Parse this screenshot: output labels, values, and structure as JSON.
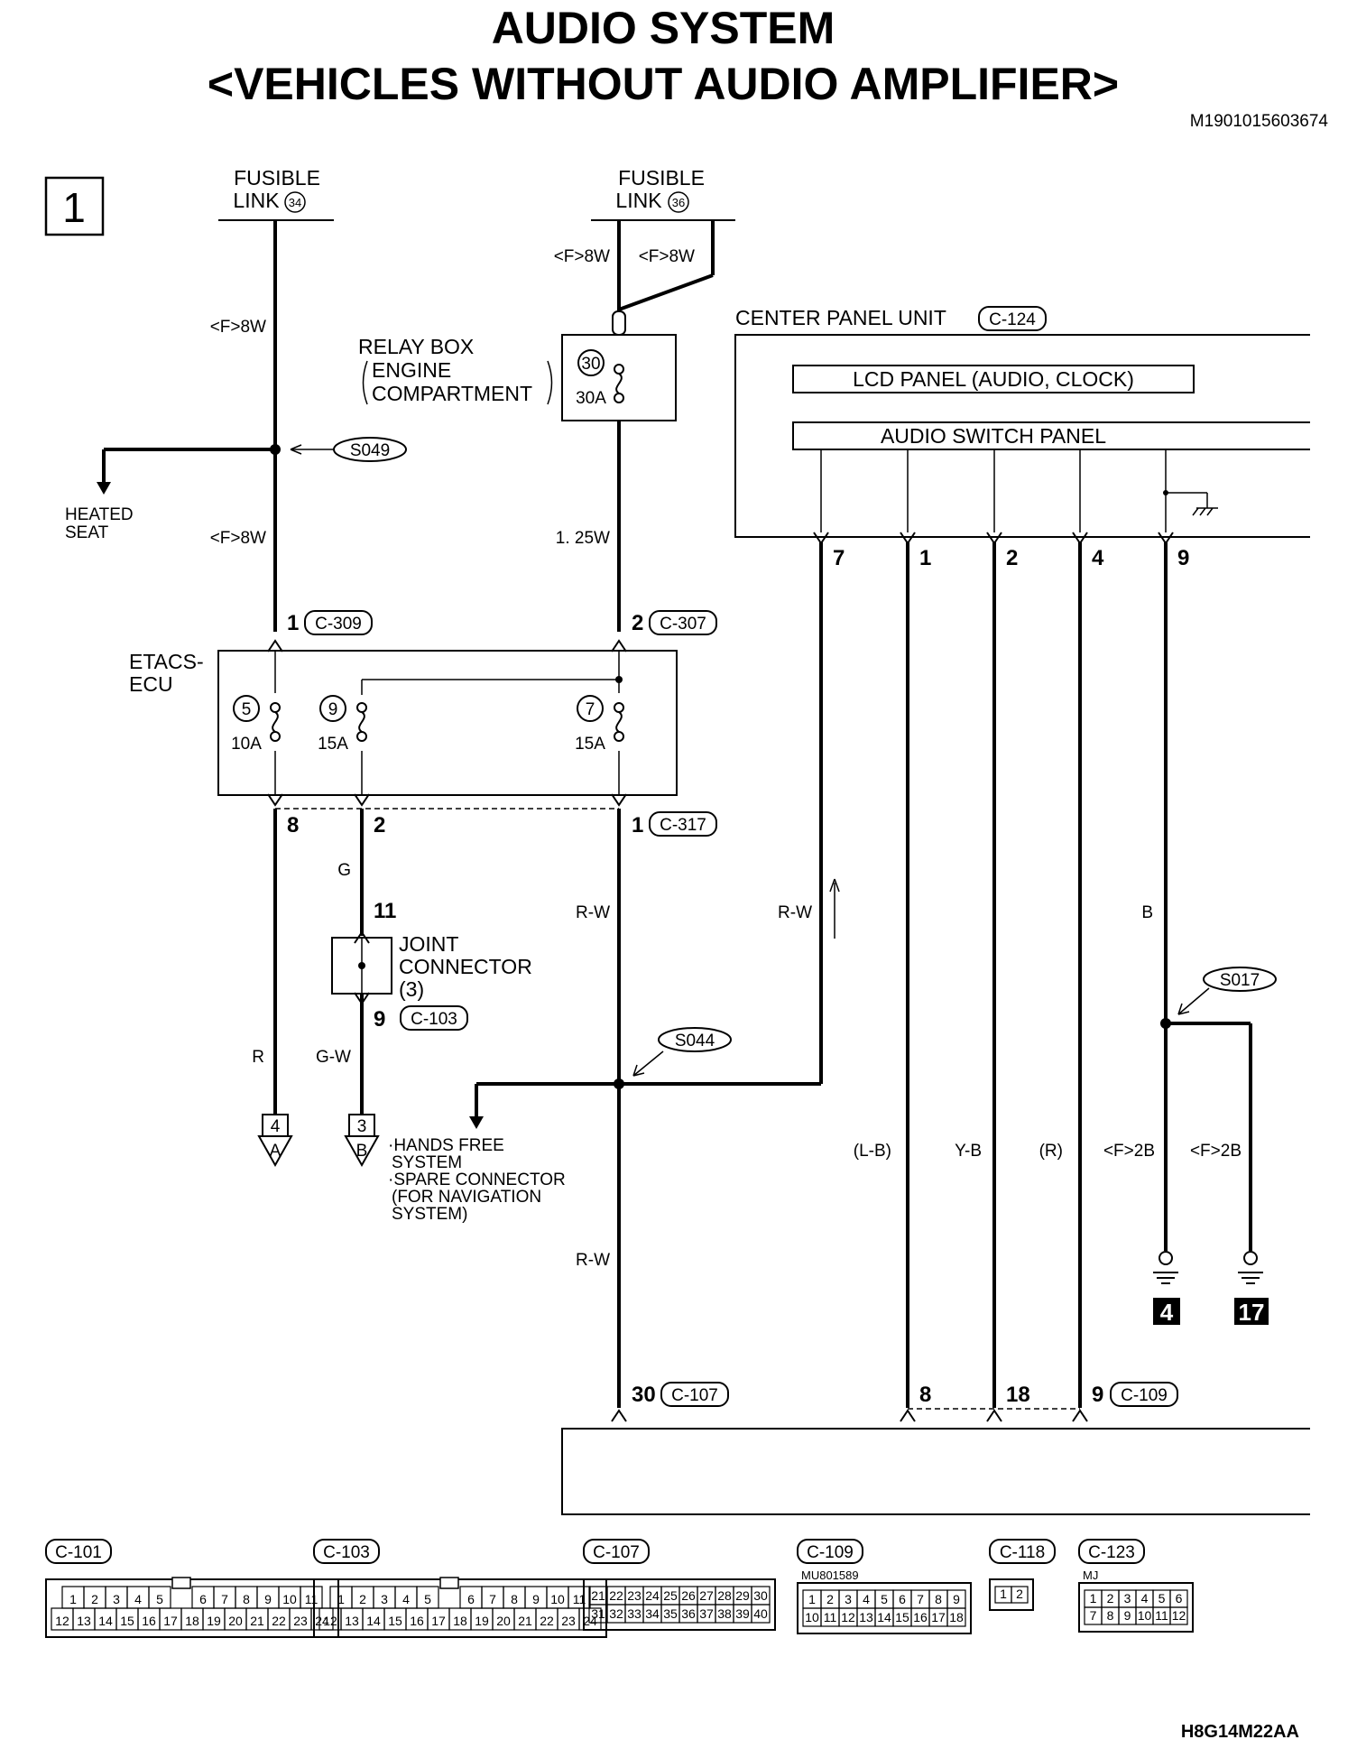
{
  "title": {
    "line1": "AUDIO SYSTEM",
    "line2": "<VEHICLES WITHOUT AUDIO AMPLIFIER>",
    "doc_code": "M1901015603674"
  },
  "page_number": "1",
  "footer_code": "H8G14M22AA",
  "fusible_links": [
    {
      "label": "FUSIBLE",
      "label2": "LINK",
      "number": "34"
    },
    {
      "label": "FUSIBLE",
      "label2": "LINK",
      "number": "36"
    }
  ],
  "relay_box": {
    "line1": "RELAY BOX",
    "line2": "ENGINE",
    "line3": "COMPARTMENT",
    "fuse_no": "30",
    "fuse_amp": "30A"
  },
  "etacs": {
    "line1": "ETACS-",
    "line2": "ECU",
    "fuses": [
      {
        "no": "5",
        "amp": "10A"
      },
      {
        "no": "9",
        "amp": "15A"
      },
      {
        "no": "7",
        "amp": "15A"
      }
    ]
  },
  "center_panel": {
    "label": "CENTER PANEL UNIT",
    "connector": "C-124",
    "lcd": "LCD PANEL (AUDIO, CLOCK)",
    "switch_panel": "AUDIO SWITCH PANEL",
    "pins": [
      "7",
      "1",
      "2",
      "4",
      "9"
    ]
  },
  "joint_connector": {
    "line1": "JOINT",
    "line2": "CONNECTOR",
    "line3": "(3)"
  },
  "connectors": {
    "c309": "C-309",
    "c307": "C-307",
    "c317": "C-317",
    "c103": "C-103",
    "c107": "C-107",
    "c109": "C-109"
  },
  "splices": {
    "s049": "S049",
    "s044": "S044",
    "s017": "S017"
  },
  "pins": {
    "c309": "1",
    "c307": "2",
    "c317_8": "8",
    "c317_2": "2",
    "c317_1": "1",
    "jc_in": "11",
    "jc_out": "9",
    "c107": "30",
    "c109_8": "8",
    "c109_18": "18",
    "c109_9": "9"
  },
  "wires": {
    "fl34_top": "<F>8W",
    "fl34_bot": "<F>8W",
    "fl36_a": "<F>8W",
    "fl36_b": "<F>8W",
    "relay_out": "1. 25W",
    "g": "G",
    "r": "R",
    "gw": "G-W",
    "rw1": "R-W",
    "rw2": "R-W",
    "rw3": "R-W",
    "lb": "(L-B)",
    "yb": "Y-B",
    "red": "(R)",
    "b": "B",
    "f2b_1": "<F>2B",
    "f2b_2": "<F>2B"
  },
  "heated_seat": {
    "line1": "HEATED",
    "line2": "SEAT"
  },
  "hands_free": {
    "l1": "·HANDS FREE",
    "l2": "SYSTEM",
    "l3": "·SPARE CONNECTOR",
    "l4": "(FOR NAVIGATION",
    "l5": "SYSTEM)"
  },
  "offpage": [
    {
      "num": "4",
      "letter": "A"
    },
    {
      "num": "3",
      "letter": "B"
    }
  ],
  "grounds": [
    "4",
    "17"
  ],
  "connector_views": [
    {
      "code": "C-101",
      "row1": [
        "1",
        "2",
        "3",
        "4",
        "5",
        "",
        "6",
        "7",
        "8",
        "9",
        "10",
        "11"
      ],
      "row2": [
        "12",
        "13",
        "14",
        "15",
        "16",
        "17",
        "18",
        "19",
        "20",
        "21",
        "22",
        "23",
        "24"
      ]
    },
    {
      "code": "C-103",
      "row1": [
        "1",
        "2",
        "3",
        "4",
        "5",
        "",
        "6",
        "7",
        "8",
        "9",
        "10",
        "11"
      ],
      "row2": [
        "12",
        "13",
        "14",
        "15",
        "16",
        "17",
        "18",
        "19",
        "20",
        "21",
        "22",
        "23",
        "24"
      ]
    },
    {
      "code": "C-107",
      "row1": [
        "21",
        "22",
        "23",
        "24",
        "25",
        "26",
        "27",
        "28",
        "29",
        "30"
      ],
      "row2": [
        "31",
        "32",
        "33",
        "34",
        "35",
        "36",
        "37",
        "38",
        "39",
        "40"
      ]
    },
    {
      "code": "C-109",
      "part": "MU801589",
      "row1": [
        "1",
        "2",
        "3",
        "4",
        "5",
        "6",
        "7",
        "8",
        "9"
      ],
      "row2": [
        "10",
        "11",
        "12",
        "13",
        "14",
        "15",
        "16",
        "17",
        "18"
      ]
    },
    {
      "code": "C-118",
      "row1": [
        "1",
        "2"
      ]
    },
    {
      "code": "C-123",
      "part": "MJ",
      "row1": [
        "1",
        "2",
        "3",
        "4",
        "5",
        "6"
      ],
      "row2": [
        "7",
        "8",
        "9",
        "10",
        "11",
        "12"
      ]
    }
  ]
}
